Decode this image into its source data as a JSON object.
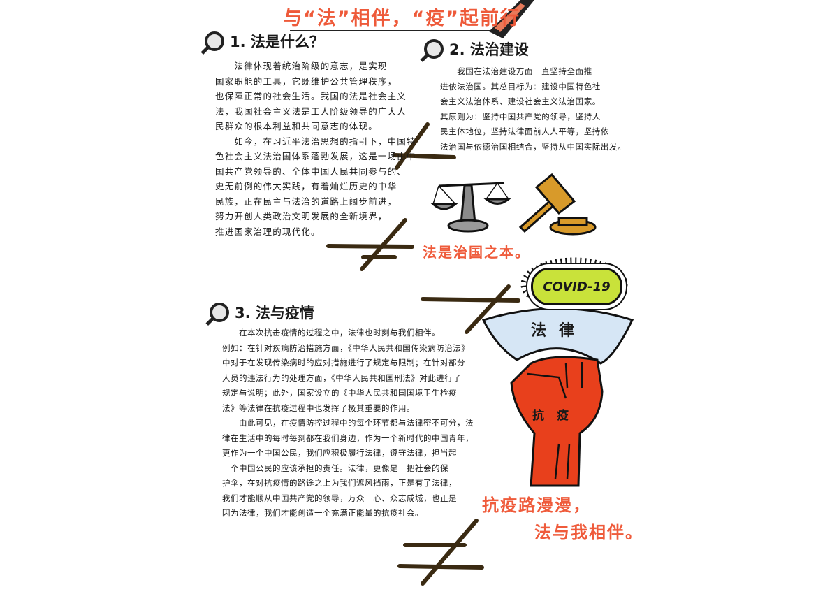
{
  "title": "与“法”相伴，“疫”起前行",
  "sections": [
    {
      "heading": "1. 法是什么？",
      "lines": [
        "　　法律体现着统治阶级的意志，是实现",
        "国家职能的工具，它既维护公共管理秩序，",
        "也保障正常的社会生活。我国的法是社会主义",
        "法，我国社会主义法是工人阶级领导的广大人",
        "民群众的根本利益和共同意志的体现。",
        "　　如今，在习近平法治思想的指引下，中国特",
        "色社会主义法治国体系蓬勃发展，这是一场由中",
        "国共产党领导的、全体中国人民共同参与的、",
        "史无前例的伟大实践，有着灿烂历史的中华",
        "民族，正在民主与法治的道路上阔步前进，",
        "努力开创人类政治文明发展的全新境界，",
        "推进国家治理的现代化。"
      ]
    },
    {
      "heading": "2. 法治建设",
      "lines": [
        "　　我国在法治建设方面一直坚持全面推",
        "进依法治国。其总目标为：建设中国特色社",
        "会主义法治体系、建设社会主义法治国家。",
        "其原则为：坚持中国共产党的领导，坚持人",
        "民主体地位，坚持法律面前人人平等，坚持依",
        "法治国与依德治国相结合，坚持从中国实际出发。"
      ]
    },
    {
      "heading": "3. 法与疫情",
      "lines": [
        "　　在本次抗击疫情的过程之中，法律也时刻与我们相伴。",
        "例如：在针对疾病防治措施方面，《中华人民共和国传染病防治法》",
        "中对于在发现传染病时的应对措施进行了规定与限制；在针对部分",
        "人员的违法行为的处理方面，《中华人民共和国刑法》对此进行了",
        "规定与说明；此外，国家设立的《中华人民共和国国境卫生检疫",
        "法》等法律在抗疫过程中也发挥了极其重要的作用。",
        "　　由此可见，在疫情防控过程中的每个环节都与法律密不可分，法",
        "律在生活中的每时每刻都在我们身边，作为一个新时代的中国青年，",
        "更作为一个中国公民，我们应积极履行法律，遵守法律，担当起",
        "一个中国公民的应该承担的责任。法律，更像是一把社会的保",
        "护伞，在对抗疫情的路途之上为我们遮风挡雨，正是有了法律，",
        "我们才能顺从中国共产党的领导，万众一心、众志成城，也正是",
        "因为法律，我们才能创造一个充满正能量的抗疫社会。"
      ]
    }
  ],
  "slogan_law": "法是治国之本。",
  "covid_label": "COVID-19",
  "shield_label": "法律",
  "fist_label": "抗疫",
  "slogan_fight": [
    "抗疫路漫漫，",
    "法与我相伴。"
  ],
  "colors": {
    "accent_red": "#ef5b3b",
    "fist": "#e8401c",
    "covid": "#c9e23a",
    "sticks": "#3a2a12",
    "gavel": "#d89a2a",
    "scale": "#8a8a8a"
  },
  "icons": [
    "magnifier-icon",
    "pen-icon",
    "scale-icon",
    "gavel-icon",
    "virus-icon",
    "shield-icon",
    "fist-icon"
  ]
}
